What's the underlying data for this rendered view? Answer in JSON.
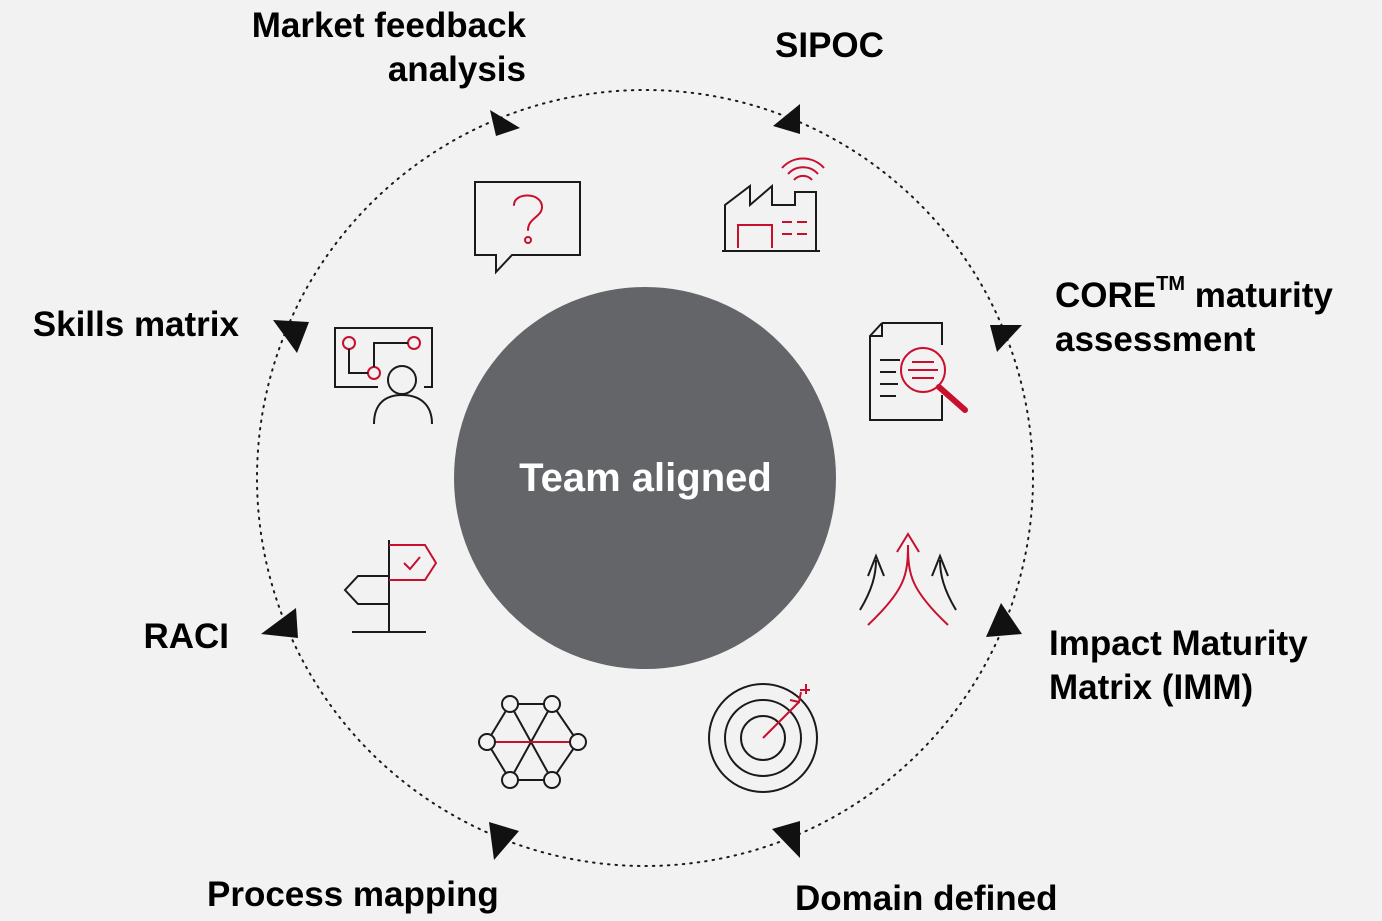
{
  "center": {
    "label": "Team aligned"
  },
  "steps": [
    {
      "id": "market",
      "lines": [
        "Market feedback",
        "analysis"
      ],
      "icon": "question-chat-icon"
    },
    {
      "id": "sipoc",
      "lines": [
        "SIPOC"
      ],
      "icon": "factory-wifi-icon"
    },
    {
      "id": "core",
      "line1_main": "CORE",
      "line1_sup": "TM",
      "line1_rest": " maturity",
      "line2": "assessment",
      "icon": "document-search-icon"
    },
    {
      "id": "imm",
      "lines": [
        "Impact Maturity",
        "Matrix (IMM)"
      ],
      "icon": "rising-arrows-icon"
    },
    {
      "id": "domain",
      "lines": [
        "Domain defined"
      ],
      "icon": "target-icon"
    },
    {
      "id": "process",
      "lines": [
        "Process mapping"
      ],
      "icon": "network-hexagon-icon"
    },
    {
      "id": "raci",
      "lines": [
        "RACI"
      ],
      "icon": "signpost-icon"
    },
    {
      "id": "skills",
      "lines": [
        "Skills matrix"
      ],
      "icon": "presenter-board-icon"
    }
  ],
  "colors": {
    "background": "#f2f2f2",
    "circle": "#636569",
    "accent": "#c8102e",
    "line": "#1a1a1a",
    "text": "#111111"
  }
}
